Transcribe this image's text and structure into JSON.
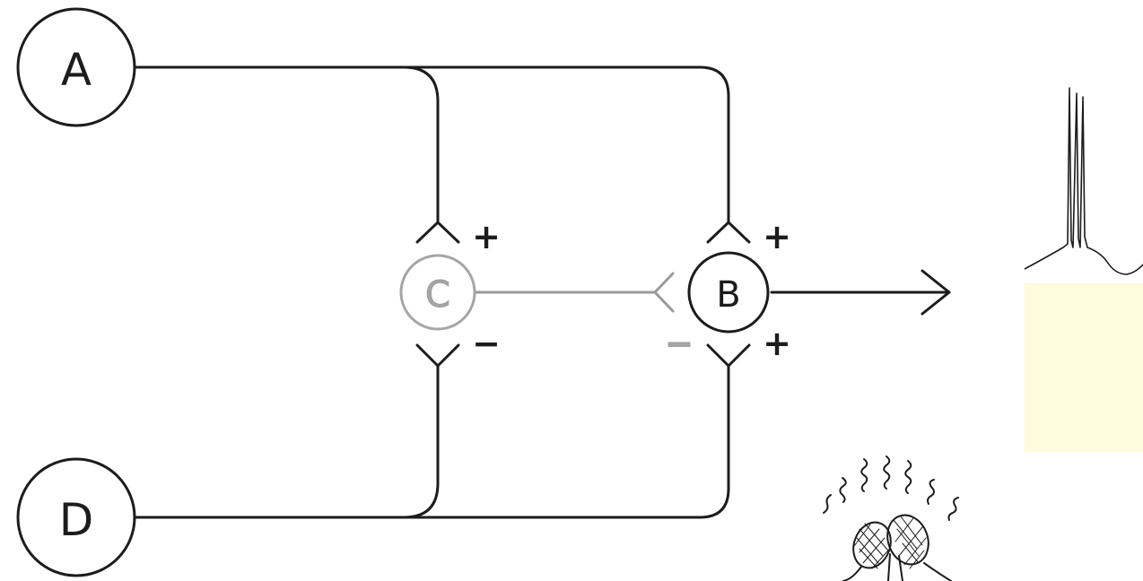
{
  "nodes": {
    "a": "A",
    "b": "B",
    "c": "C",
    "d": "D"
  },
  "synapses": {
    "c_top_sign": "+",
    "c_bottom_sign": "−",
    "b_top_sign": "+",
    "b_left_sign": "−",
    "b_bottom_sign": "+"
  },
  "colors": {
    "line": "#1c1c1c",
    "inhibitory_interneuron": "#a6a6a6",
    "response_panel": "#fffbdc"
  },
  "icons": [
    "output-arrow-icon",
    "spike-trace-icon",
    "fly-icon"
  ]
}
